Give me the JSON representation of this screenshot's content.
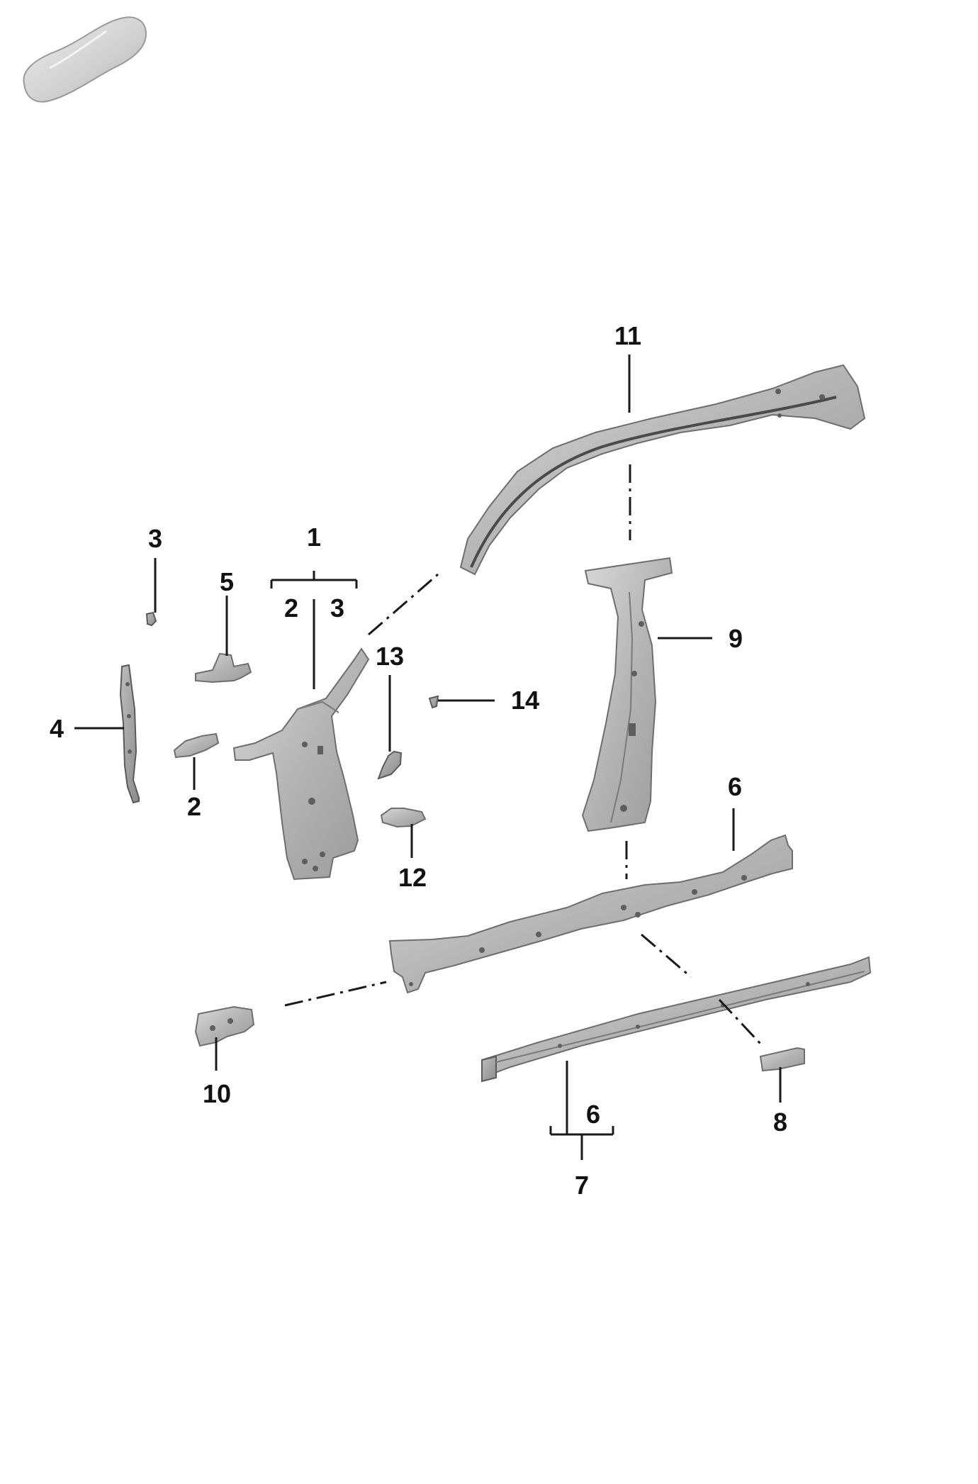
{
  "diagram": {
    "type": "exploded-parts-view",
    "thumbnail_icon": "car-silhouette-icon",
    "colors": {
      "part_fill": "#b9b9b9",
      "part_edge": "#6e6e6e",
      "label": "#111111",
      "background": "#ffffff"
    },
    "callouts": {
      "c1": "1",
      "c1_sub_a": "2",
      "c1_sub_b": "3",
      "c2": "2",
      "c3": "3",
      "c4": "4",
      "c5": "5",
      "c6_top": "6",
      "c6_bracket": "6",
      "c7": "7",
      "c8": "8",
      "c9": "9",
      "c10": "10",
      "c11": "11",
      "c12": "12",
      "c13": "13",
      "c14": "14"
    }
  }
}
